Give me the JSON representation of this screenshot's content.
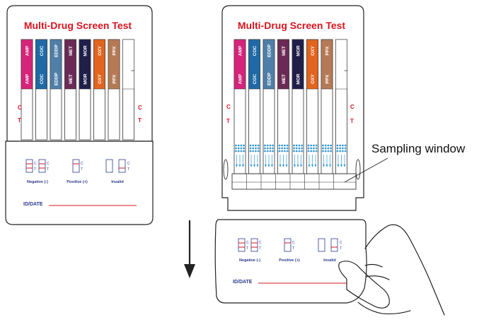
{
  "left_card": {
    "title": "Multi-Drug Screen Test",
    "c_label": "C",
    "t_label": "T",
    "negative_label": "Negative (-)",
    "positive_label": "Positive (+)",
    "invalid_label": "Invalid",
    "id_date_label": "ID/DATE",
    "legend_c": "C",
    "legend_t": "T"
  },
  "right_card": {
    "title": "Multi-Drug Screen Test",
    "c_label": "C",
    "t_label": "T"
  },
  "callout": {
    "text": "Sampling window"
  },
  "lower_card": {
    "negative_label": "Negative (-)",
    "positive_label": "Positive (+)",
    "invalid_label": "Invalid",
    "id_date_label": "ID/DATE",
    "legend_c": "C",
    "legend_t": "T"
  },
  "strips": [
    {
      "label": "AMP",
      "color": "#d6247a"
    },
    {
      "label": "COC",
      "color": "#1f6aa6"
    },
    {
      "label": "EDDP",
      "color": "#4f7fa8"
    },
    {
      "label": "MET",
      "color": "#6b2a55"
    },
    {
      "label": "MOR",
      "color": "#1f1f4a"
    },
    {
      "label": "OXY",
      "color": "#e2641f"
    },
    {
      "label": "PPX",
      "color": "#b57a55"
    },
    {
      "label": "",
      "color": "#ffffff"
    }
  ],
  "colors": {
    "title_red": "#d7141e",
    "line_red": "#d7141e",
    "legend_blue": "#2b3a8c",
    "drop_blue": "#3a9bd5"
  }
}
